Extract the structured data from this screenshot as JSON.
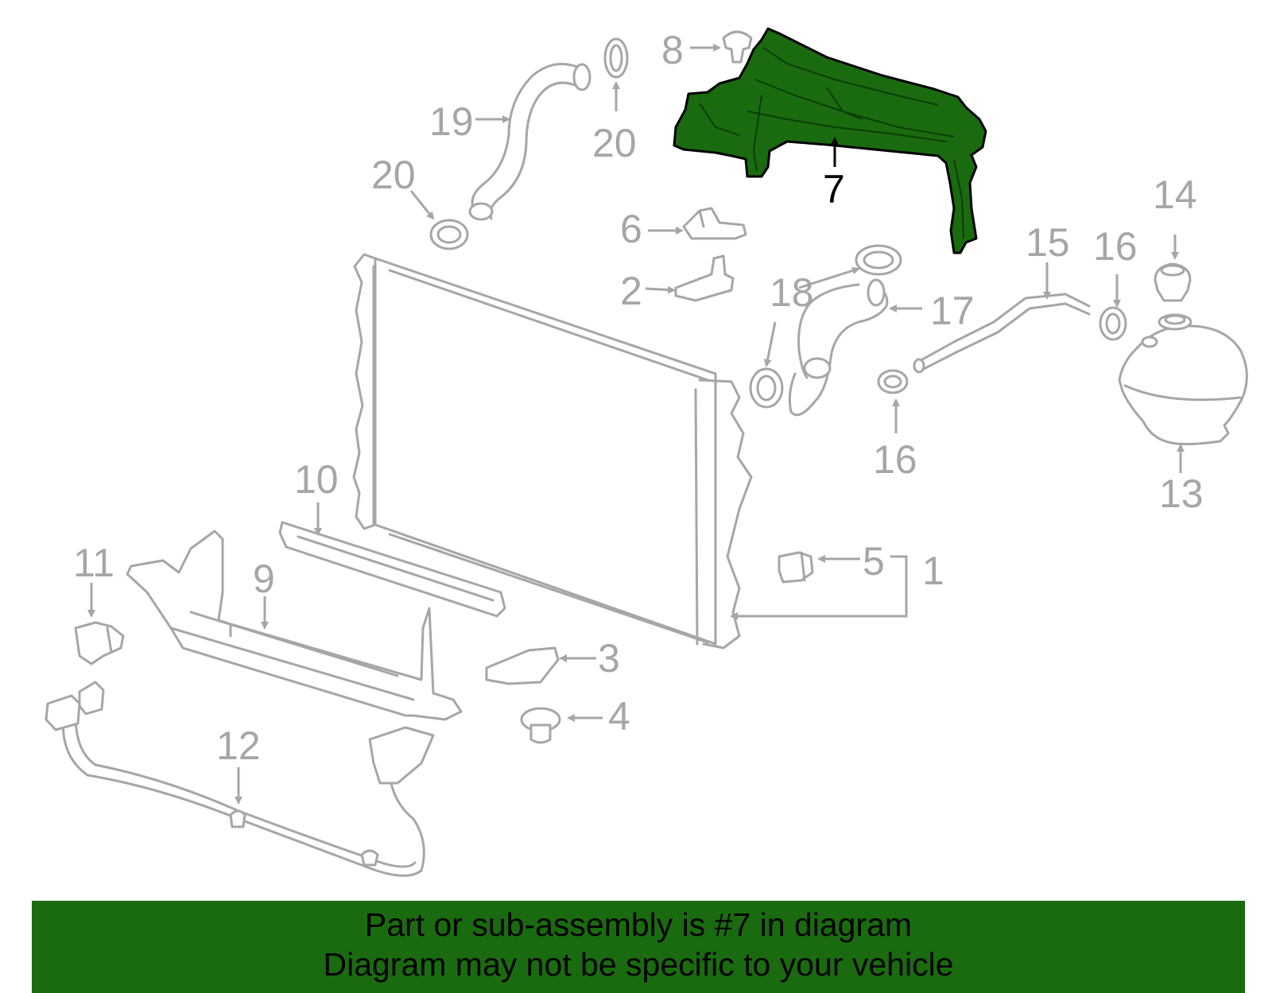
{
  "callouts": {
    "c1": "1",
    "c2": "2",
    "c3": "3",
    "c4": "4",
    "c5": "5",
    "c6": "6",
    "c7": "7",
    "c8": "8",
    "c9": "9",
    "c10": "10",
    "c11": "11",
    "c12": "12",
    "c13": "13",
    "c14": "14",
    "c15": "15",
    "c16a": "16",
    "c16b": "16",
    "c17": "17",
    "c18": "18",
    "c19": "19",
    "c20a": "20",
    "c20b": "20"
  },
  "highlight": {
    "part": "7",
    "color": "#1a6b0f"
  },
  "banner": {
    "line1": "Part or sub-assembly is #7 in diagram",
    "line2": "Diagram may not be specific to your vehicle"
  }
}
